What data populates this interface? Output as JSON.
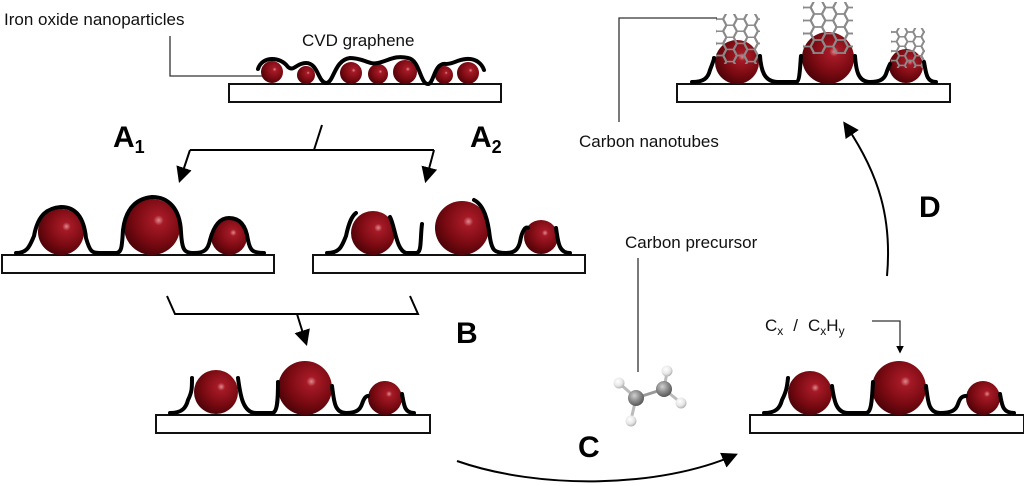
{
  "figure": {
    "description": "Schematic of carbon nanotube growth from iron oxide nanoparticles under CVD graphene",
    "colors": {
      "particle": "#7a0a12",
      "particle_highlight": "#e08a90",
      "particle_shadow": "#3a0004",
      "graphene": "#000000",
      "substrate_fill": "#ffffff",
      "substrate_stroke": "#111111",
      "nanotube": "#8a8a8a",
      "carbon_atom": "#8c8c8c",
      "hydrogen_atom": "#e6e6e6"
    }
  },
  "labels": {
    "iron_oxide": "Iron oxide nanoparticles",
    "cvd_graphene": "CVD graphene",
    "carbon_nanotubes": "Carbon nanotubes",
    "carbon_precursor": "Carbon precursor",
    "species": {
      "c1": "C",
      "x1": "x",
      "slash": "/",
      "c2": "C",
      "x2": "x",
      "h": "H",
      "y": "y"
    }
  },
  "steps": {
    "a1": {
      "letter": "A",
      "subscript": "1"
    },
    "a2": {
      "letter": "A",
      "subscript": "2"
    },
    "b": {
      "letter": "B"
    },
    "c": {
      "letter": "C"
    },
    "d": {
      "letter": "D"
    }
  },
  "panels": [
    {
      "id": "initial",
      "particle_count": 7,
      "state": "small particles under continuous graphene"
    },
    {
      "id": "a1",
      "particle_count": 3,
      "state": "particles grown, graphene continuous over particles"
    },
    {
      "id": "a2",
      "particle_count": 3,
      "state": "particles grown, graphene partly torn"
    },
    {
      "id": "b",
      "particle_count": 3,
      "state": "particles exposed through graphene"
    },
    {
      "id": "c",
      "particle_count": 3,
      "state": "carbon species adsorbing on particles"
    },
    {
      "id": "d",
      "particle_count": 3,
      "state": "carbon nanotubes grown on particles"
    }
  ],
  "precursor_molecule": {
    "name": "ethylene",
    "carbon_atoms": 2,
    "hydrogen_atoms": 4
  }
}
